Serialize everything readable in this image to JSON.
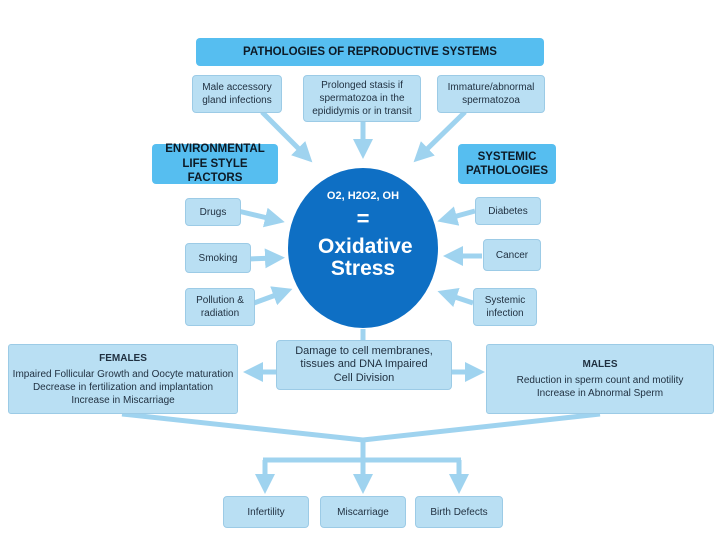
{
  "pathologies_header": "PATHOLOGIES OF REPRODUCTIVE SYSTEMS",
  "pathologies": [
    "Male accessory gland infections",
    "Prolonged stasis if spermatozoa in the epididymis or in transit",
    "Immature/abnormal spermatozoa"
  ],
  "environmental_header": "ENVIRONMENTAL LIFE STYLE FACTORS",
  "environmental": [
    "Drugs",
    "Smoking",
    "Pollution & radiation"
  ],
  "systemic_header": "SYSTEMIC PATHOLOGIES",
  "systemic": [
    "Diabetes",
    "Cancer",
    "Systemic infection"
  ],
  "center": {
    "formula": "O2, H2O2, OH",
    "equals": "=",
    "title": "Oxidative Stress"
  },
  "damage": "Damage to cell membranes, tissues and DNA Impaired Cell Division",
  "females": {
    "title": "FEMALES",
    "lines": [
      "Impaired Follicular Growth and Oocyte maturation",
      "Decrease in fertilization and implantation",
      "Increase in Miscarriage"
    ]
  },
  "males": {
    "title": "MALES",
    "lines": [
      "Reduction in sperm count and motility",
      "Increase in Abnormal Sperm"
    ]
  },
  "outcomes": [
    "Infertility",
    "Miscarriage",
    "Birth Defects"
  ],
  "colors": {
    "header_fill": "#56bef0",
    "box_fill": "#b9dff3",
    "arrow": "#9fd3ef",
    "center_fill": "#0e6fc4"
  }
}
